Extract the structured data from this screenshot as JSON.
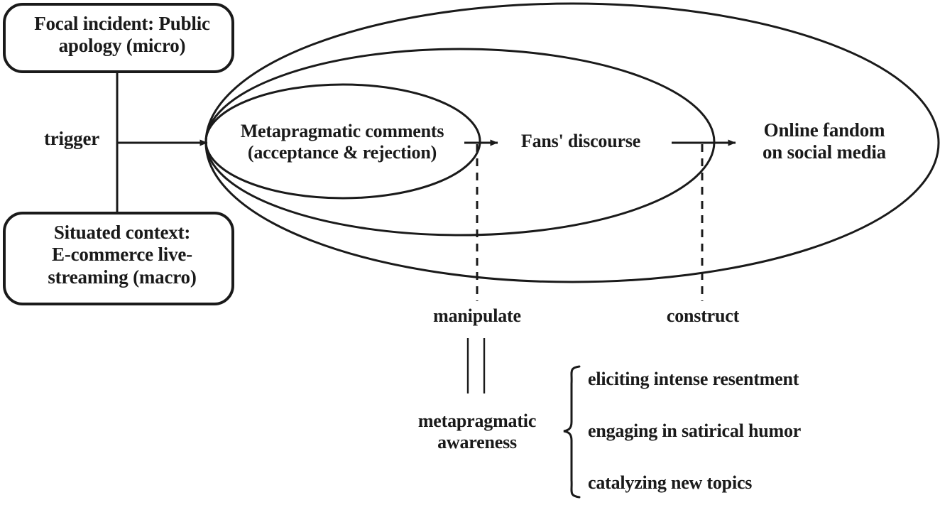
{
  "figure": {
    "type": "conceptual-flow-diagram",
    "stroke_color": "#1a1a1a",
    "background": "#ffffff"
  },
  "context_boxes": [
    {
      "id": "focal-incident",
      "label": "Focal incident: Public\napology (micro)",
      "shape": "rounded-rectangle"
    },
    {
      "id": "situated-context",
      "label": "Situated context:\nE-commerce live-\nstreaming (macro)",
      "shape": "rounded-rectangle"
    }
  ],
  "connector": {
    "trigger_label": "trigger"
  },
  "flow_nodes": [
    {
      "id": "metapragmatic-comments",
      "label": "Metapragmatic comments\n(acceptance & rejection)",
      "ring": "inner"
    },
    {
      "id": "fans-discourse",
      "label": "Fans' discourse",
      "ring": "middle"
    },
    {
      "id": "online-fandom",
      "label": "Online fandom\non social media",
      "ring": "outer"
    }
  ],
  "ring_labels": [
    {
      "id": "manipulate",
      "label": "manipulate"
    },
    {
      "id": "construct",
      "label": "construct"
    }
  ],
  "awareness": {
    "label": "metapragmatic\nawareness",
    "outcomes": [
      "eliciting intense resentment",
      "engaging in satirical humor",
      "catalyzing new topics"
    ]
  }
}
